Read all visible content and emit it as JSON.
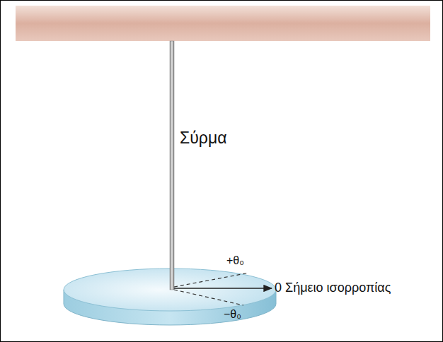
{
  "diagram": {
    "labels": [
      "Σύρμα",
      "+θ₀",
      "0 Σήμειο ισορροπίας",
      "−θ₀"
    ]
  }
}
